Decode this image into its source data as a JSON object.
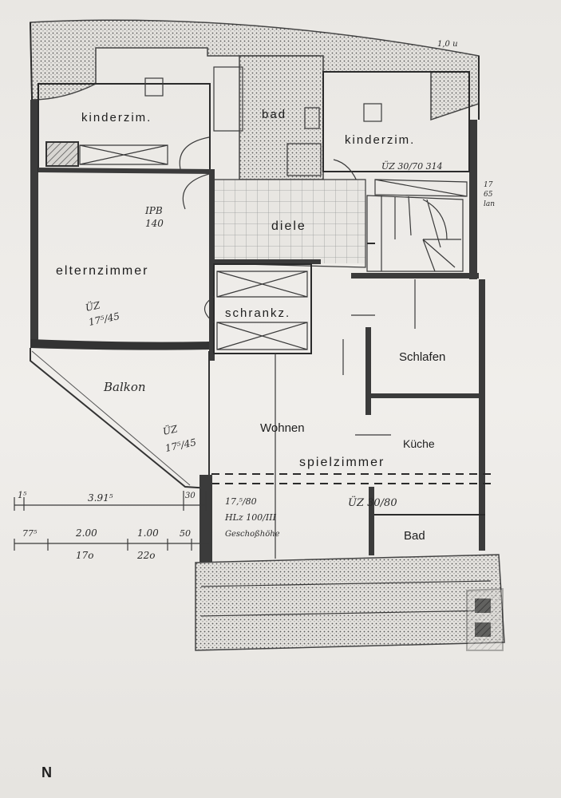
{
  "top_note": "1,0 u",
  "rooms": {
    "kinderzimmer_left": "kinderzim.",
    "bad_upper": "bad",
    "kinderzimmer_right": "kinderzim.",
    "diele": "diele",
    "elternzimmer": "elternzimmer",
    "schrankzimmer": "schrankz.",
    "schlafen": "Schlafen",
    "balkon": "Balkon",
    "wohnen": "Wohnen",
    "kueche": "Küche",
    "spielzimmer": "spielzimmer",
    "bad_lower": "Bad"
  },
  "annotations": {
    "ipb_1": "IPB",
    "ipb_2": "140",
    "uz_top": "ÜZ 30/70 314",
    "uz_side_1": "17",
    "uz_side_2": "65",
    "uz_side_3": "lan",
    "uz_eltern_1": "ÜZ",
    "uz_eltern_2": "17⁵/45",
    "uz_balkon_1": "ÜZ",
    "uz_balkon_2": "17⁵/45",
    "beam_1": "17,⁵/80",
    "beam_2": "HLz 100/III",
    "beam_3": "Geschoßhöhe",
    "uz_lower": "ÜZ 30/80"
  },
  "dimensions": {
    "row1_a": "1⁵",
    "row1_b": "3.91⁵",
    "row1_c": "30",
    "row2_a": "77⁵",
    "row2_b": "2.00",
    "row2_c": "1.00",
    "row2_d": "50",
    "row3_a": "17o",
    "row3_b": "22o"
  },
  "north": "N"
}
